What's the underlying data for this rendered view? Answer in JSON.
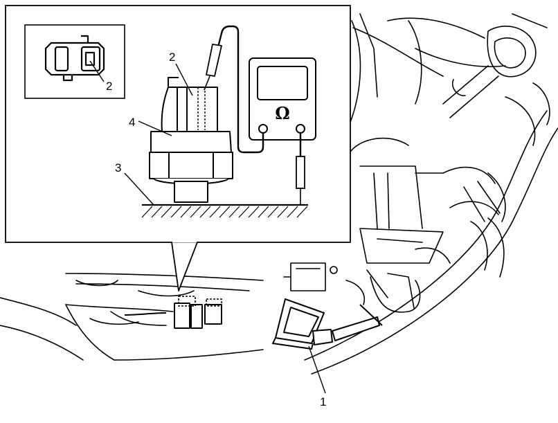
{
  "diagram": {
    "inset_symbol": "Ω",
    "callouts": {
      "connector_inset": "2",
      "terminal": "2",
      "switch_body": "4",
      "ground": "3",
      "main_connector": "1"
    }
  },
  "colors": {
    "line": "#000000",
    "background": "#ffffff"
  }
}
